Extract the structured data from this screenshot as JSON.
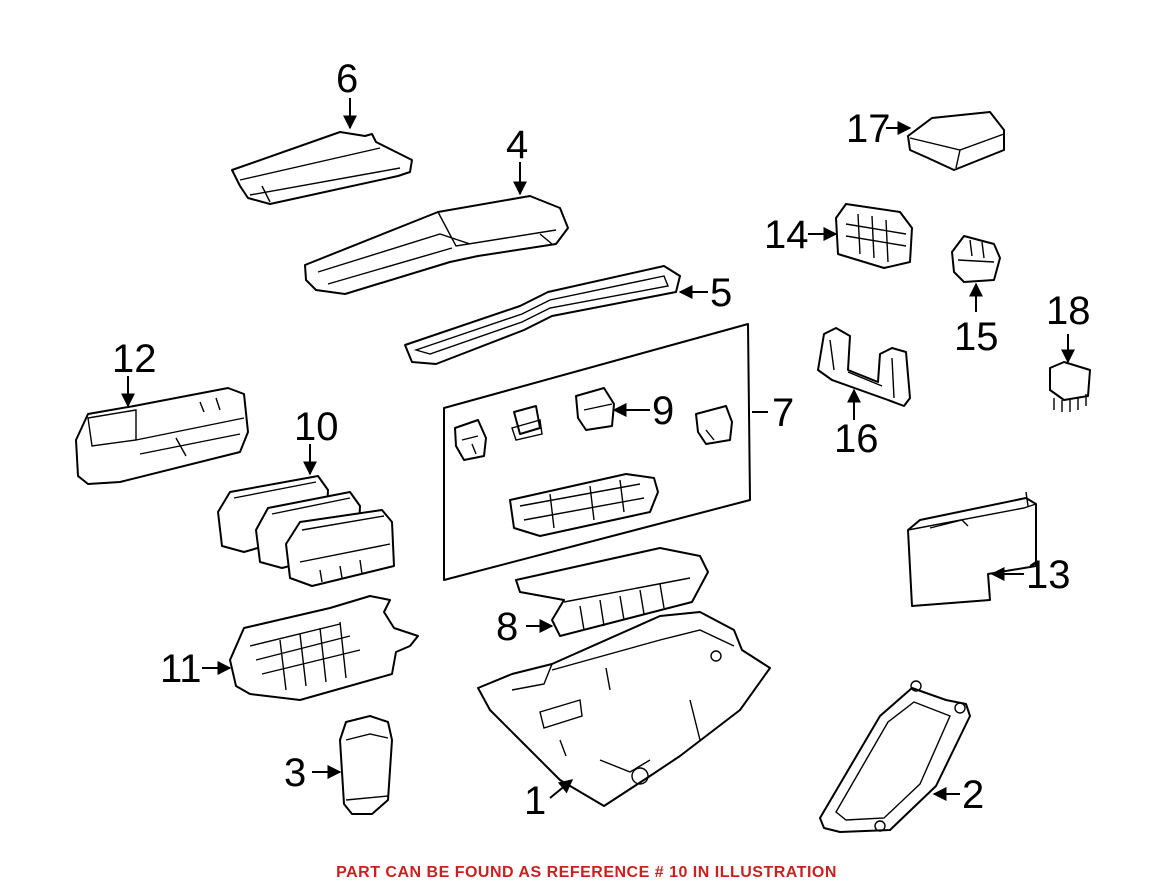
{
  "callouts": {
    "c1": "1",
    "c2": "2",
    "c3": "3",
    "c4": "4",
    "c5": "5",
    "c6": "6",
    "c7": "7",
    "c8": "8",
    "c9": "9",
    "c10": "10",
    "c11": "11",
    "c12": "12",
    "c13": "13",
    "c14": "14",
    "c15": "15",
    "c16": "16",
    "c17": "17",
    "c18": "18"
  },
  "footer": {
    "text": "PART CAN BE FOUND AS REFERENCE # 10 IN ILLUSTRATION",
    "color": "#cc1f1f"
  }
}
